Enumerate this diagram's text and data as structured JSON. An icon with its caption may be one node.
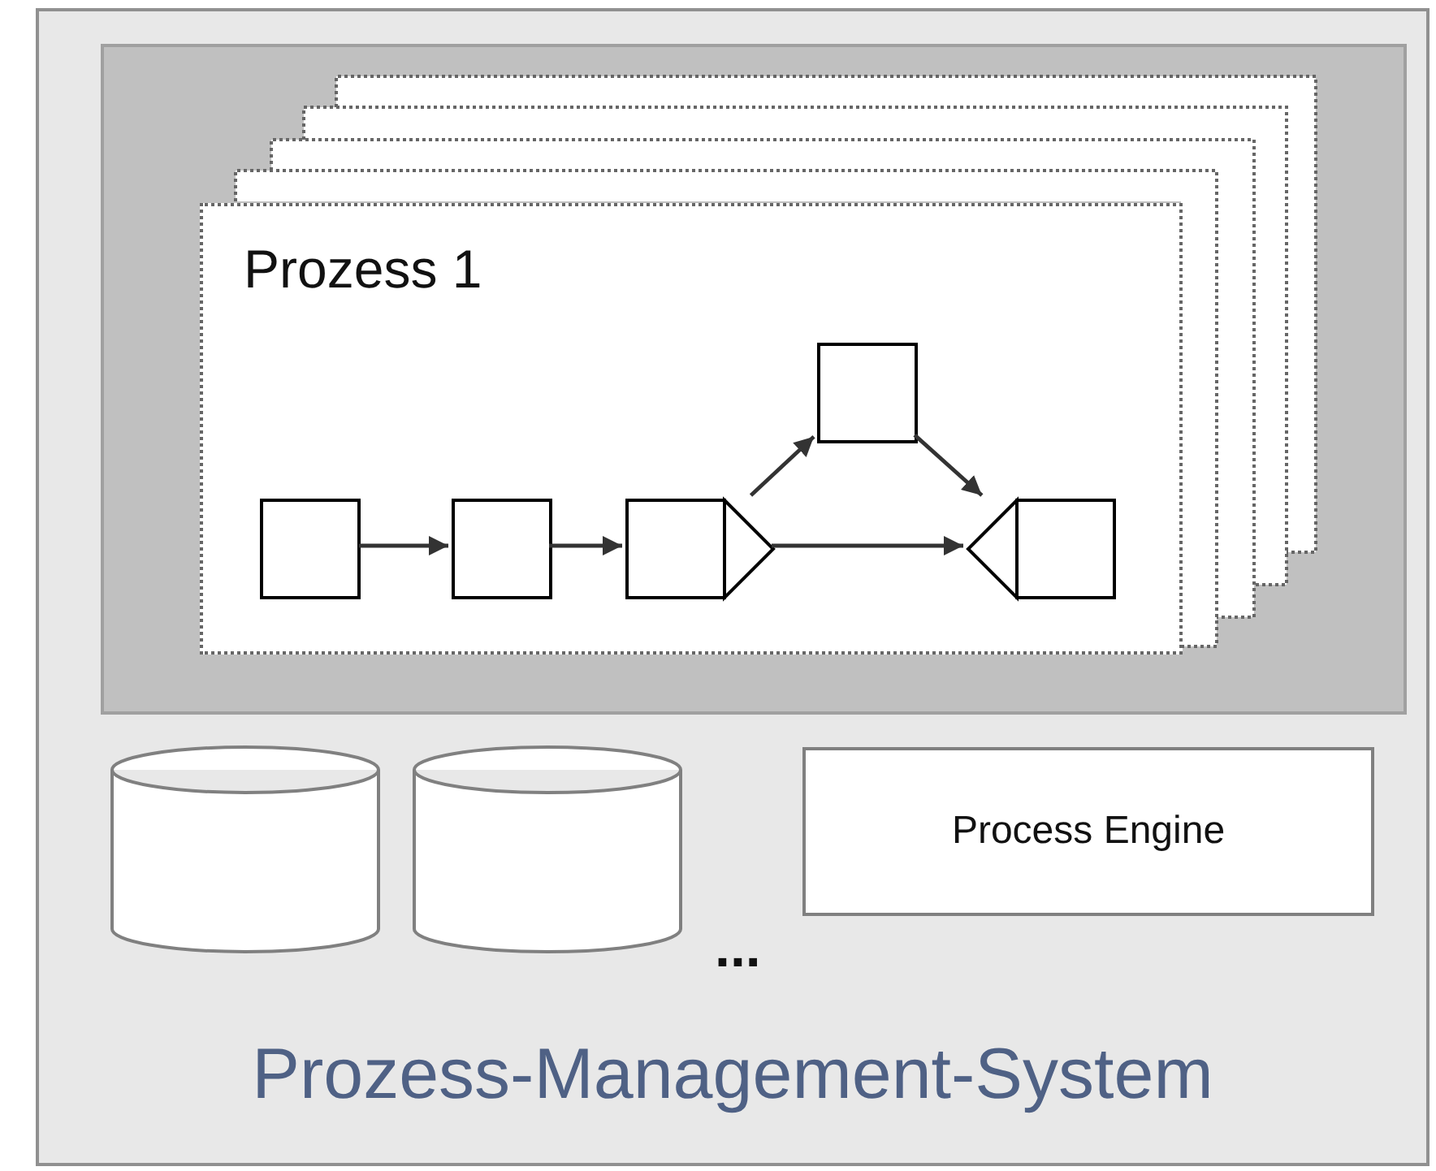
{
  "diagram": {
    "nodes": [
      {
        "text": [
          "Prozess-Management-System"
        ]
      },
      {
        "text": [],
        "shape": "box",
        "in": 0
      },
      {
        "text": [
          "Prozess 1"
        ],
        "in": 1
      },
      {
        "text": [],
        "shape": "box",
        "in": 2
      },
      {
        "text": [],
        "shape": "box",
        "in": 2
      },
      {
        "text": [],
        "shape": "box",
        "in": 2
      },
      {
        "text": [],
        "shape": "box",
        "in": 2
      },
      {
        "text": [],
        "shape": "box",
        "in": 2
      },
      {
        "text": [],
        "shape": "cylinder",
        "in": 0
      },
      {
        "text": [],
        "shape": "cylinder",
        "in": 0
      },
      {
        "text": [
          "Process Engine"
        ],
        "in": 0
      }
    ],
    "edges": [
      {
        "from": 3,
        "to": 4,
        "arrow": "to"
      },
      {
        "from": 4,
        "to": 5,
        "arrow": "to"
      },
      {
        "from": 5,
        "to": 6,
        "arrow": "to"
      },
      {
        "from": 6,
        "to": 7,
        "arrow": "to"
      },
      {
        "from": 5,
        "to": 7,
        "arrow": "to"
      }
    ],
    "labels": [
      "..."
    ]
  }
}
